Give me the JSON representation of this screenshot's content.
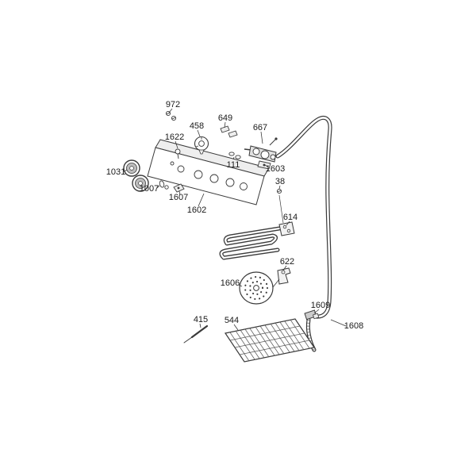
{
  "diagram": {
    "kind": "exploded parts diagram",
    "colors": {
      "background": "#ffffff",
      "line": "#3a3a3a",
      "label": "#1a1a1a",
      "fill_light": "#eeeeee",
      "fill_mid": "#d8d8d8"
    },
    "parts": [
      {
        "label": "972"
      },
      {
        "label": "458"
      },
      {
        "label": "1622"
      },
      {
        "label": "649"
      },
      {
        "label": "667"
      },
      {
        "label": "1031"
      },
      {
        "label": "1007"
      },
      {
        "label": "1607"
      },
      {
        "label": "111"
      },
      {
        "label": "1603"
      },
      {
        "label": "38"
      },
      {
        "label": "1602"
      },
      {
        "label": "614"
      },
      {
        "label": "622"
      },
      {
        "label": "1606"
      },
      {
        "label": "1609"
      },
      {
        "label": "415"
      },
      {
        "label": "544"
      },
      {
        "label": "1608"
      }
    ]
  }
}
